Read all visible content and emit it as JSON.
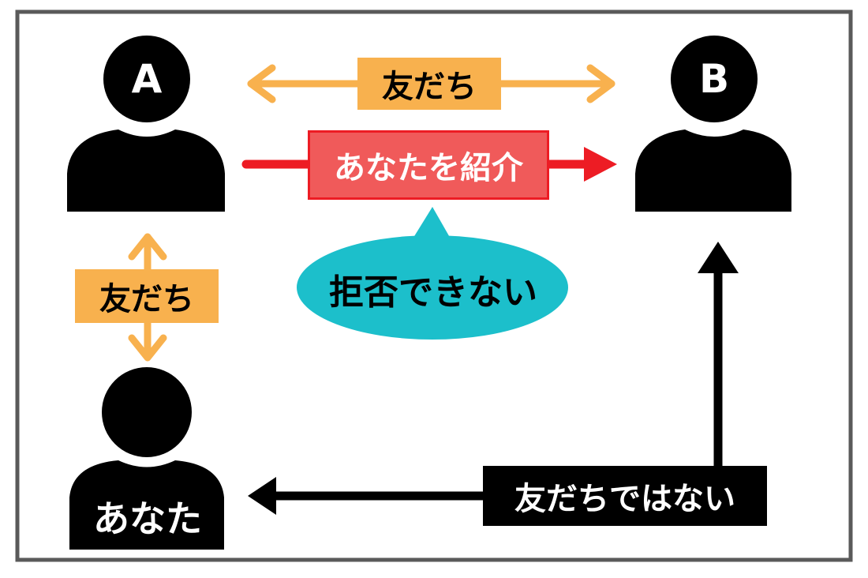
{
  "nodes": {
    "a": {
      "label": "A"
    },
    "b": {
      "label": "B"
    },
    "you": {
      "label": "あなた"
    }
  },
  "edges": {
    "friend_ab": {
      "label": "友だち"
    },
    "introduce": {
      "label": "あなたを紹介"
    },
    "friend_a_you": {
      "label": "友だち"
    },
    "not_friend": {
      "label": "友だちではない"
    }
  },
  "callout": {
    "label": "拒否できない"
  },
  "colors": {
    "frame": "#5a5a5a",
    "person": "#000000",
    "friend_arrow": "#f8b14e",
    "introduce_arrow": "#ed1c24",
    "introduce_label_bg": "#f05a5a",
    "callout_bg": "#1cbfcb",
    "not_friend_bg": "#000000"
  }
}
